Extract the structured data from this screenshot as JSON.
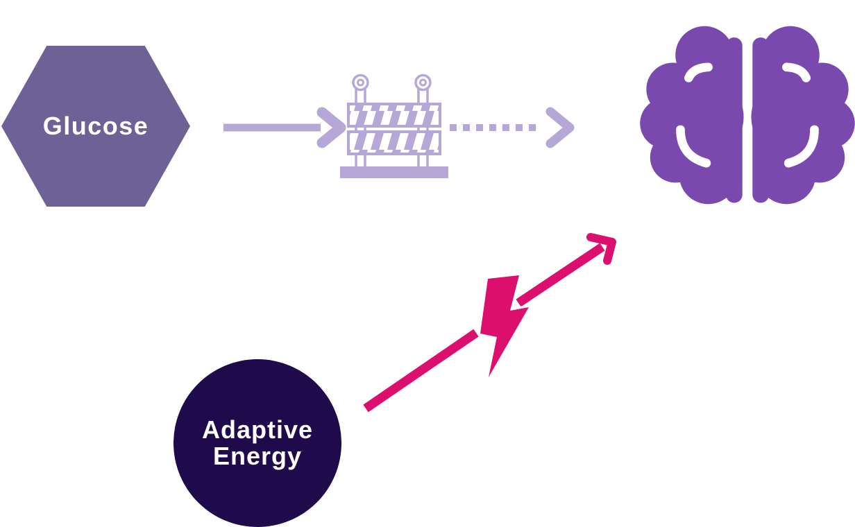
{
  "diagram": {
    "nodes": {
      "glucose": {
        "label": "Glucose",
        "shape": "hexagon",
        "color": "#6e6195",
        "text_color": "#ffffff"
      },
      "roadblock": {
        "icon": "barricade-icon",
        "color": "#b6a8d6"
      },
      "brain": {
        "icon": "brain-icon",
        "color": "#7a49ad"
      },
      "adaptive_energy": {
        "label_line1": "Adaptive",
        "label_line2": "Energy",
        "shape": "circle",
        "color": "#1f0b4c",
        "text_color": "#ffffff"
      }
    },
    "edges": [
      {
        "name": "glucose-to-roadblock",
        "from": "glucose",
        "to": "roadblock",
        "style": "solid-arrow",
        "color": "#b6a8d6"
      },
      {
        "name": "roadblock-to-brain",
        "from": "roadblock",
        "to": "brain",
        "style": "dashed-arrow",
        "color": "#b6a8d6"
      },
      {
        "name": "adaptive-energy-to-brain",
        "from": "adaptive_energy",
        "to": "brain",
        "style": "solid-arrow-with-lightning",
        "color": "#dd0f6e",
        "icon": "lightning-icon"
      }
    ],
    "colors": {
      "glucose_hexagon": "#6e6195",
      "pathway_light_purple": "#b6a8d6",
      "brain_purple": "#7a49ad",
      "adaptive_energy_navy": "#1f0b4c",
      "adaptive_arrow_pink": "#dd0f6e",
      "label_text": "#ffffff",
      "background": "#ffffff"
    }
  }
}
